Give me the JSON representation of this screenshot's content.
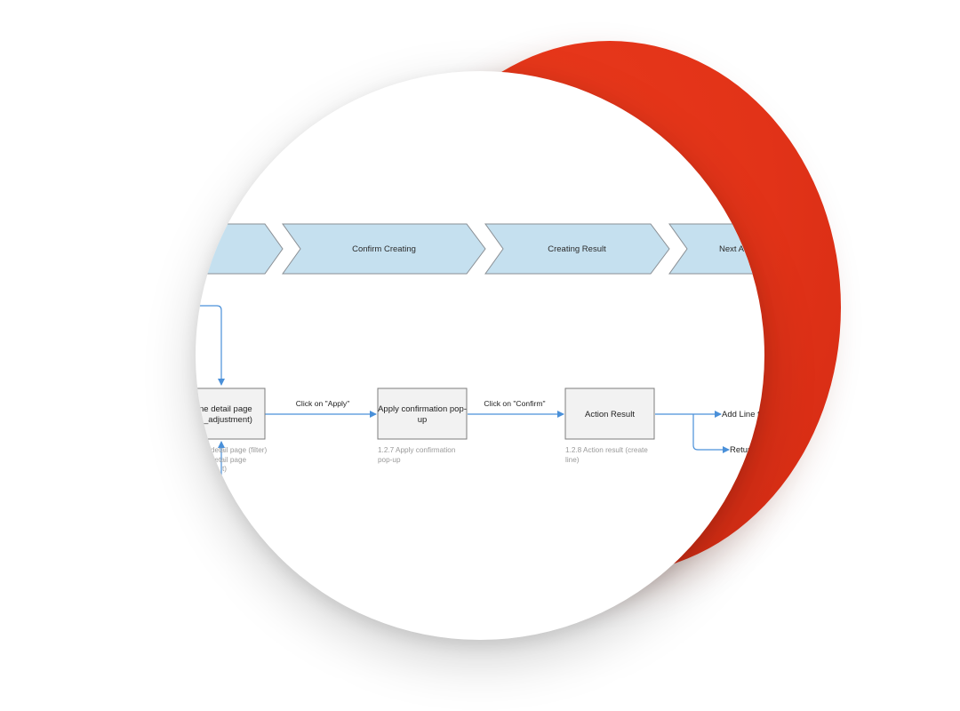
{
  "colors": {
    "accent_red": "#e23318",
    "stage_fill": "#c5e0ef",
    "stage_stroke": "#8a8f94",
    "node_fill": "#f2f2f2",
    "node_stroke": "#7c7c7c",
    "edge": "#4a90d9",
    "caption": "#9a9a9a"
  },
  "stages": [
    {
      "label": ""
    },
    {
      "label": "Confirm Creating"
    },
    {
      "label": "Creating Result"
    },
    {
      "label": "Next A"
    }
  ],
  "nodes": [
    {
      "id": "detail",
      "lines": [
        "ne detail page",
        "_adjustment)"
      ],
      "captions": [
        "detail page (filter)",
        "detail page",
        "t)"
      ]
    },
    {
      "id": "apply",
      "lines": [
        "Apply confirmation pop-",
        "up"
      ],
      "captions": [
        "1.2.7 Apply confirmation",
        "pop-up"
      ]
    },
    {
      "id": "result",
      "lines": [
        "Action Result"
      ],
      "captions": [
        "1.2.8 Action result (create",
        "line)"
      ]
    }
  ],
  "edges": [
    {
      "id": "apply",
      "label": "Click on \"Apply\""
    },
    {
      "id": "confirm",
      "label": "Click on \"Confirm\""
    }
  ],
  "next_actions": [
    {
      "label": "Add Line to"
    },
    {
      "label": "Return"
    }
  ]
}
